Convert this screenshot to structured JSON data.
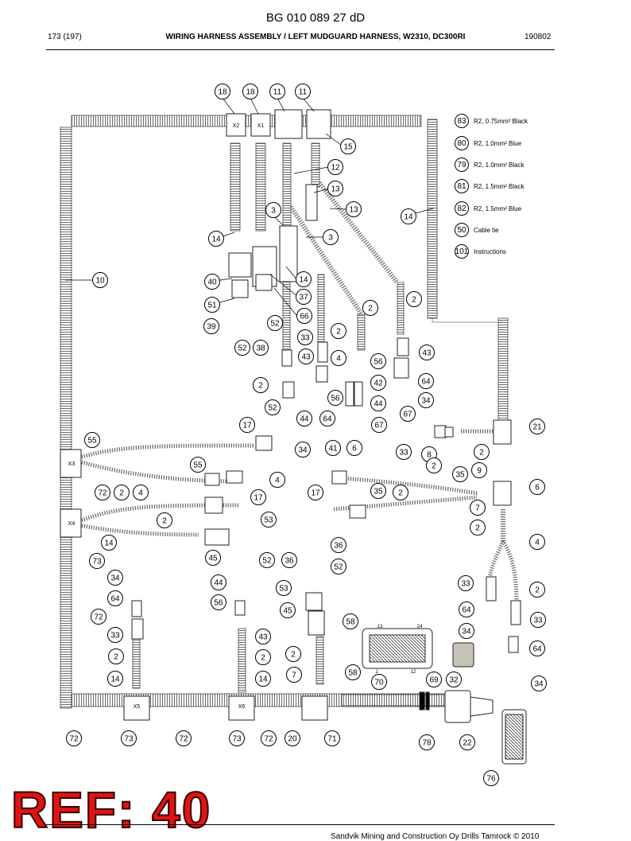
{
  "header": {
    "doc_number": "BG 010 089 27 dD",
    "page": "173 (197)",
    "title": "WIRING HARNESS ASSEMBLY / LEFT MUDGUARD HARNESS, W2310, DC300RI",
    "date_code": "190802"
  },
  "legend": [
    {
      "ref": "83",
      "desc": "R2, 0.75mm² Black"
    },
    {
      "ref": "80",
      "desc": "R2, 1.0mm² Blue"
    },
    {
      "ref": "79",
      "desc": "R2, 1.0mm² Black"
    },
    {
      "ref": "81",
      "desc": "R2, 1.5mm² Black"
    },
    {
      "ref": "82",
      "desc": "R2, 1.5mm² Blue"
    },
    {
      "ref": "50",
      "desc": "Cable tie"
    },
    {
      "ref": "101",
      "desc": "Instructions"
    }
  ],
  "callouts": [
    "18",
    "18",
    "11",
    "11",
    "15",
    "12",
    "13",
    "13",
    "14",
    "14",
    "3",
    "3",
    "14",
    "10",
    "40",
    "37",
    "51",
    "66",
    "39",
    "52",
    "52",
    "38",
    "2",
    "2",
    "2",
    "33",
    "43",
    "4",
    "43",
    "56",
    "64",
    "2",
    "56",
    "42",
    "44",
    "34",
    "52",
    "44",
    "64",
    "67",
    "17",
    "67",
    "41",
    "6",
    "21",
    "55",
    "34",
    "33",
    "8",
    "2",
    "35",
    "55",
    "4",
    "2",
    "9",
    "6",
    "72",
    "2",
    "4",
    "17",
    "17",
    "35",
    "2",
    "7",
    "2",
    "53",
    "2",
    "4",
    "14",
    "36",
    "45",
    "52",
    "36",
    "73",
    "52",
    "34",
    "44",
    "53",
    "33",
    "2",
    "56",
    "64",
    "45",
    "72",
    "64",
    "33",
    "33",
    "43",
    "58",
    "34",
    "64",
    "2",
    "2",
    "2",
    "14",
    "14",
    "7",
    "58",
    "70",
    "69",
    "32",
    "34",
    "72",
    "73",
    "72",
    "73",
    "72",
    "20",
    "71",
    "78",
    "22",
    "76"
  ],
  "connector_codes": [
    "X2",
    "X1",
    "X3",
    "X4",
    "X5",
    "X6"
  ],
  "connector_pins": [
    "13",
    "24",
    "1",
    "12"
  ],
  "ref_stamp": "REF: 40",
  "footer": "Sandvik Mining and Construction Oy Drills Tamrock © 2010"
}
